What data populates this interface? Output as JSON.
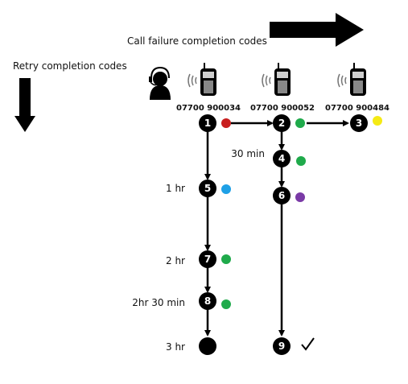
{
  "headings": {
    "call_failure": "Call failure completion codes",
    "retry": "Retry completion codes"
  },
  "phones": [
    {
      "number": "07700 900034"
    },
    {
      "number": "07700 900052"
    },
    {
      "number": "07700 900484"
    }
  ],
  "times": {
    "t4": "30 min",
    "t5": "1 hr",
    "t7": "2 hr",
    "t8": "2hr 30 min",
    "end": "3 hr"
  },
  "nodes": {
    "n1": "1",
    "n2": "2",
    "n3": "3",
    "n4": "4",
    "n5": "5",
    "n6": "6",
    "n7": "7",
    "n8": "8",
    "n9": "9"
  },
  "status_colors": {
    "red": "#c81e1e",
    "green": "#1faa4b",
    "yellow": "#f5ea14",
    "blue": "#1ea0e6",
    "purple": "#7a3aa6"
  },
  "icons": {
    "operator": "operator-headset-icon",
    "phone": "mobile-phone-icon",
    "check": "checkmark-icon"
  }
}
